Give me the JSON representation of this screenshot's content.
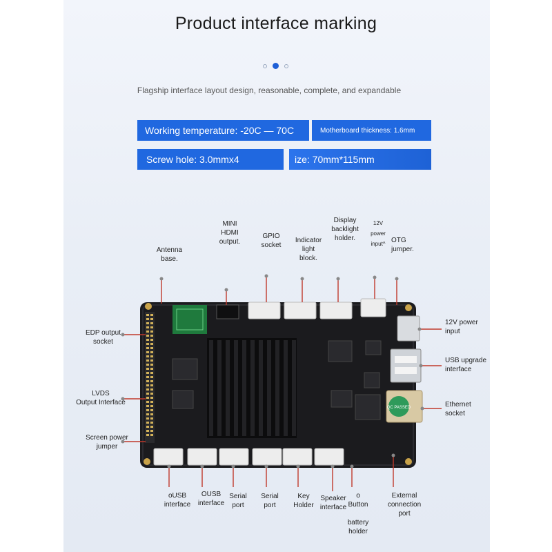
{
  "title": "Product interface marking",
  "subtitle": "Flagship interface layout design, reasonable, complete, and expandable",
  "carousel": {
    "total": 3,
    "active": 2
  },
  "specs": {
    "temperature": "Working temperature: -20C — 70C",
    "thickness": "Motherboard thickness: 1.6mm",
    "screw": "Screw hole: 3.0mmx4",
    "size": "ize: 70mm*115mm"
  },
  "board": {
    "chip_stamp": "QC PASSED",
    "label_mini_hdmi_output": "MINI\nHDMI\noutput.",
    "label_gpio_socket": "GPIO\nsocket",
    "label_indicator_light_block": "Indicator\nlight\nblock.",
    "label_display_backlight_holder": "Display\nbacklight\nholder.",
    "label_12v_power_input_top": "12V\npower\ninput^",
    "label_otg_jumper": "OTG\njumper.",
    "label_antenna_base": "Antenna\nbase.",
    "label_edp_output_socket": "EDP output\nsocket",
    "label_lvds_output_interface": "LVDS\nOutput Interface",
    "label_screen_power_jumper": "Screen power\njumper",
    "label_12v_power_input_right": "12V power\ninput",
    "label_usb_upgrade_interface": "USB upgrade\ninterface",
    "label_ethernet_socket": "Ethernet\nsocket",
    "label_ousb_interface_1": "oUSB\ninterface",
    "label_ousb_interface_2": "OUSB\ninterface",
    "label_serial_port_1": "Serial\nport",
    "label_serial_port_2": "Serial\nport",
    "label_key_holder": "Key\nHolder",
    "label_speaker_interface": "Speaker\ninterface",
    "label_button": "o\nButton",
    "label_battery_holder": "battery\nholder",
    "label_external_connection_port": "External\nconnection\nport"
  },
  "colors": {
    "accent": "#2068e0",
    "board": "#1b1b1e",
    "connector": "#ededed",
    "pointer": "#c0392b"
  }
}
